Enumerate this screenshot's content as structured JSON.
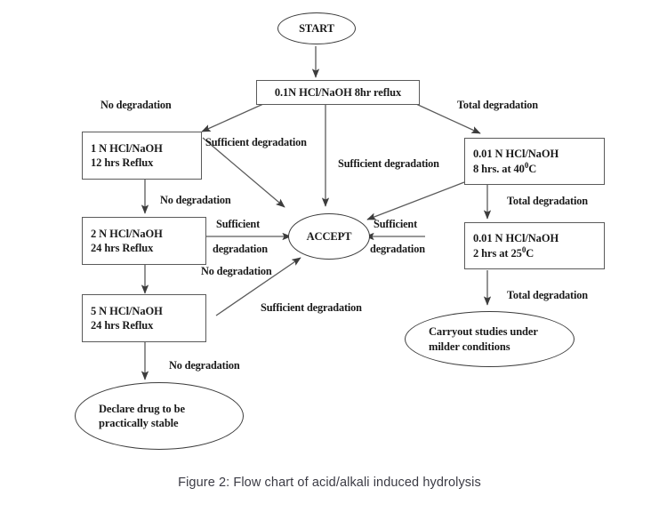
{
  "figure": {
    "caption": "Figure 2: Flow chart of acid/alkali induced hydrolysis",
    "caption_color": "#3b3b44",
    "background": "#ffffff",
    "stroke_color": "#4a4a4a"
  },
  "nodes": {
    "start": {
      "id": "start",
      "shape": "ellipse",
      "label": "START"
    },
    "initial_condition": {
      "id": "initial-condition",
      "shape": "box",
      "label": "0.1N HCl/NaOH 8hr reflux"
    },
    "cond_1n": {
      "id": "condition-1n",
      "shape": "box",
      "line1": "1 N HCl/NaOH",
      "line2": "12 hrs Reflux"
    },
    "cond_2n": {
      "id": "condition-2n",
      "shape": "box",
      "line1": "2 N HCl/NaOH",
      "line2": "24 hrs Reflux"
    },
    "cond_5n": {
      "id": "condition-5n",
      "shape": "box",
      "line1": "5 N HCl/NaOH",
      "line2": "24 hrs Reflux"
    },
    "cond_001n_40": {
      "id": "condition-001n-40c",
      "shape": "box",
      "line1": "0.01 N HCl/NaOH",
      "line2_pre": "8 hrs. at 40",
      "line2_sup": "0",
      "line2_post": "C"
    },
    "cond_001n_25": {
      "id": "condition-001n-25c",
      "shape": "box",
      "line1": "0.01 N HCl/NaOH",
      "line2_pre": "2 hrs at 25",
      "line2_sup": "0",
      "line2_post": "C"
    },
    "accept": {
      "id": "accept",
      "shape": "ellipse",
      "label": "ACCEPT"
    },
    "declare_stable": {
      "id": "declare-stable",
      "shape": "ellipse",
      "line1": "Declare drug to be",
      "line2": "practically stable"
    },
    "milder_conditions": {
      "id": "milder-conditions",
      "shape": "ellipse",
      "line1": "Carryout studies under",
      "line2": "milder conditions"
    }
  },
  "edge_labels": {
    "no_degradation_left_top": "No degradation",
    "total_degradation_right_top": "Total degradation",
    "sufficient_degradation_upper_left": "Sufficient degradation",
    "sufficient_degradation_upper_right": "Sufficient degradation",
    "no_degradation_1n": "No degradation",
    "total_degradation_40c": "Total degradation",
    "sufficient_line1_2n": "Sufficient",
    "sufficient_line2_2n": "degradation",
    "sufficient_line1_right": "Sufficient",
    "sufficient_line2_right": "degradation",
    "no_degradation_2n": "No degradation",
    "sufficient_degradation_5n": "Sufficient degradation",
    "total_degradation_25c": "Total degradation",
    "no_degradation_5n": "No degradation"
  }
}
